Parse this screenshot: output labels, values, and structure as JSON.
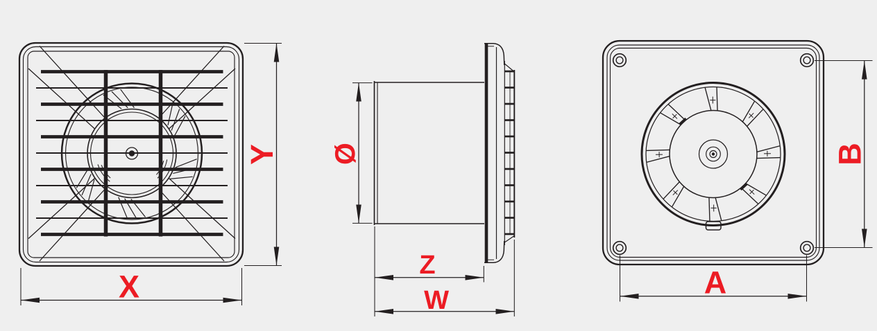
{
  "colors": {
    "background": "#efefef",
    "line": "#231f20",
    "dimension_label": "#ec1c24"
  },
  "views": {
    "front": {
      "dimensions": {
        "width": {
          "label": "X"
        },
        "height": {
          "label": "Y"
        }
      }
    },
    "side": {
      "dimensions": {
        "duct_diameter": {
          "label": "Ø"
        },
        "depth_to_panel": {
          "label": "Z"
        },
        "total_depth": {
          "label": "W"
        }
      }
    },
    "rear": {
      "dimensions": {
        "hole_spacing_horizontal": {
          "label": "A"
        },
        "hole_spacing_vertical": {
          "label": "B"
        }
      }
    }
  }
}
